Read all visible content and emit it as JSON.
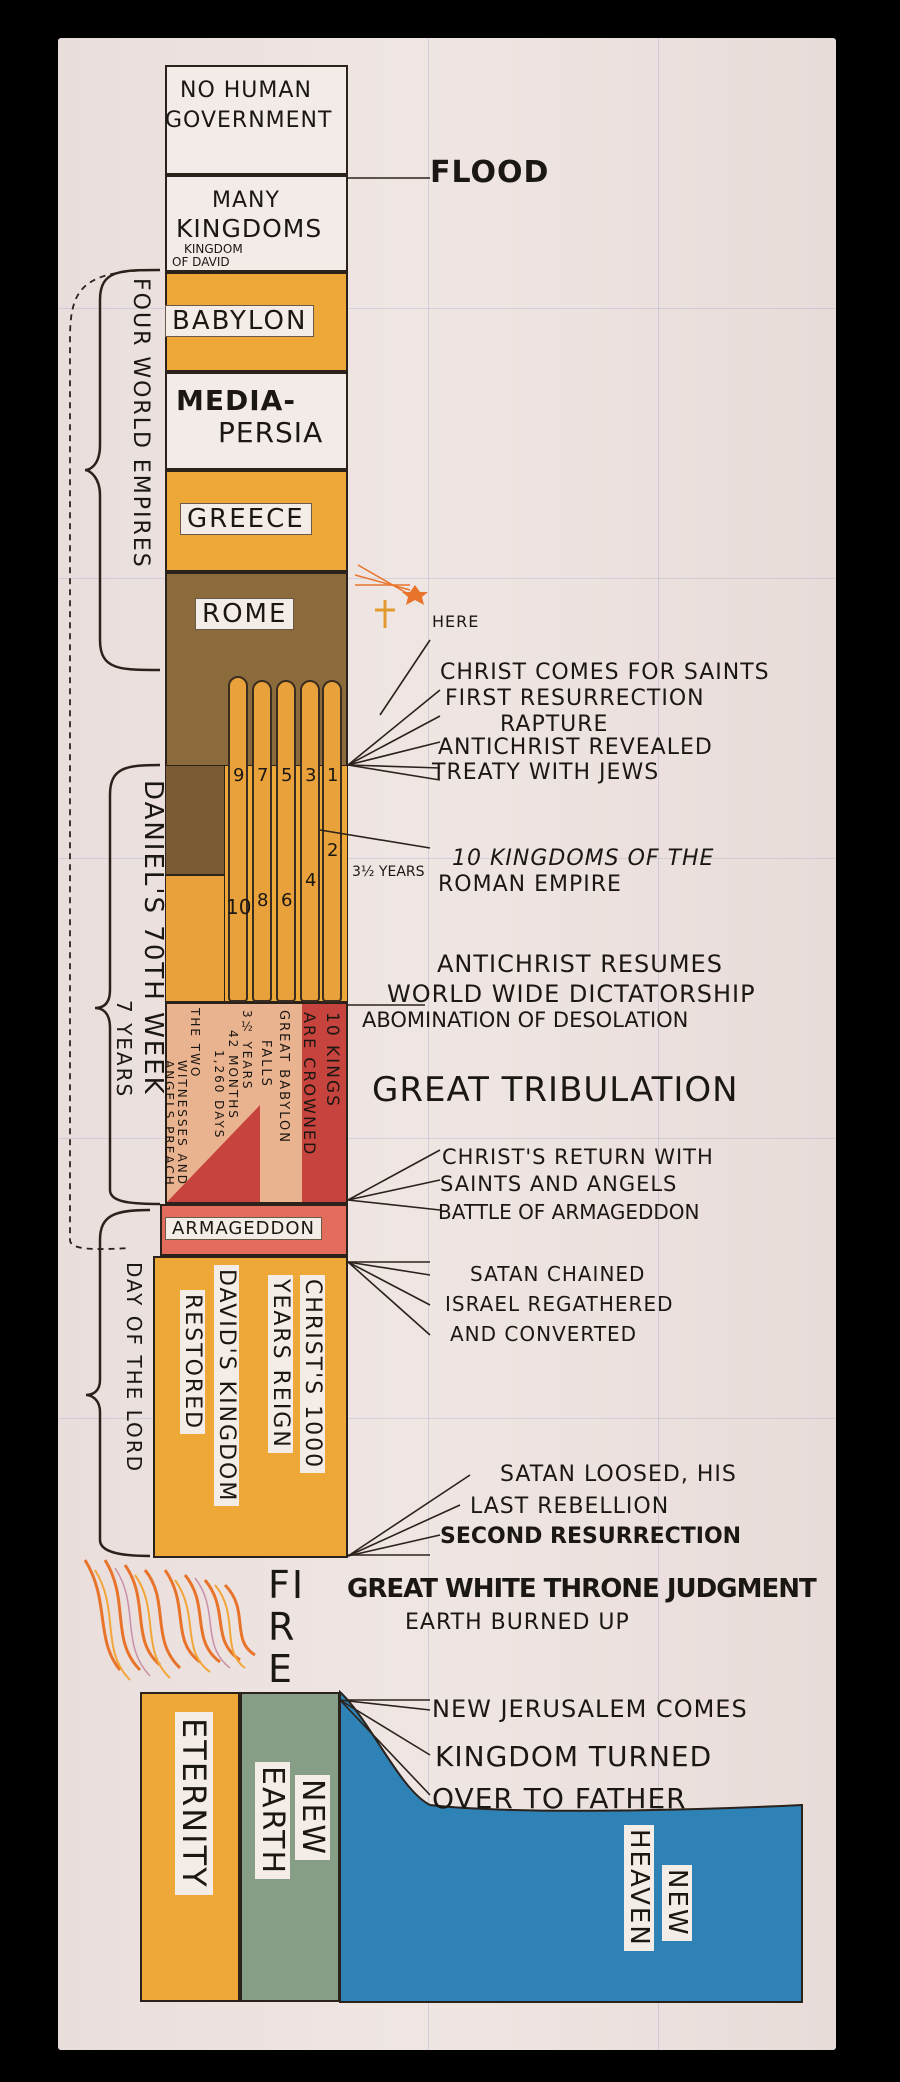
{
  "colors": {
    "orange": "#eea838",
    "brown": "#8b6a3c",
    "red": "#c7433e",
    "green": "#879e86",
    "blue": "#2f82b5",
    "cloth": "#ece3e0"
  },
  "timeline": {
    "no_human_government": [
      "NO HUMAN",
      "GOVERNMENT"
    ],
    "flood": "FLOOD",
    "many_kingdoms": [
      "MANY",
      "KINGDOMS"
    ],
    "kingdom_of_david": [
      "KINGDOM",
      "OF DAVID"
    ],
    "babylon": "BABYLON",
    "media_persia": [
      "MEDIA-",
      "PERSIA"
    ],
    "greece": "GREECE",
    "rome": "ROME",
    "four_world_empires": "FOUR WORLD EMPIRES",
    "here": "HERE",
    "rapture_notes": [
      "CHRIST COMES FOR SAINTS",
      "FIRST RESURRECTION",
      "RAPTURE",
      "ANTICHRIST REVEALED",
      "TREATY WITH JEWS"
    ],
    "three_half_years": "3½ YEARS",
    "ten_kingdoms": [
      "10 KINGDOMS OF THE",
      "ROMAN EMPIRE"
    ],
    "kingdom_numbers_top": [
      "9",
      "7",
      "5",
      "3",
      "1"
    ],
    "kingdom_numbers_bottom": [
      "10",
      "8",
      "6",
      "4",
      "2"
    ],
    "daniels_week": [
      "DANIEL'S 70TH WEEK",
      "7 YEARS"
    ],
    "two_witnesses": [
      "THE TWO",
      "WITNESSES AND",
      "ANGELS PREACH"
    ],
    "years_months_days": [
      "3½ YEARS",
      "42 MONTHS",
      "1,260 DAYS"
    ],
    "babylon_falls": [
      "GREAT BABYLON",
      "FALLS"
    ],
    "ten_kings_crowned": [
      "10 KINGS",
      "ARE CROWNED"
    ],
    "antichrist_notes": [
      "ANTICHRIST RESUMES",
      "WORLD WIDE DICTATORSHIP",
      "ABOMINATION OF DESOLATION"
    ],
    "great_tribulation": "GREAT TRIBULATION",
    "return_notes": [
      "CHRIST'S RETURN WITH",
      "SAINTS AND ANGELS",
      "BATTLE OF ARMAGEDDON"
    ],
    "armageddon": "ARMAGEDDON",
    "satan_chained_notes": [
      "SATAN CHAINED",
      "ISRAEL REGATHERED",
      "AND CONVERTED"
    ],
    "davids_kingdom": [
      "DAVID'S KINGDOM",
      "RESTORED"
    ],
    "christs_reign": [
      "CHRIST'S 1000",
      "YEARS REIGN"
    ],
    "day_of_the_lord": "DAY OF THE LORD",
    "satan_loosed_notes": [
      "SATAN LOOSED, HIS",
      "LAST REBELLION",
      "SECOND RESURRECTION"
    ],
    "fire": "FIRE",
    "judgment_notes": [
      "GREAT WHITE THRONE JUDGMENT",
      "EARTH BURNED UP"
    ],
    "eternity": "ETERNITY",
    "new_earth": [
      "NEW",
      "EARTH"
    ],
    "new_heaven": [
      "NEW",
      "HEAVEN"
    ],
    "new_jerusalem_notes": [
      "NEW JERUSALEM COMES",
      "KINGDOM TURNED",
      "OVER TO FATHER"
    ]
  }
}
